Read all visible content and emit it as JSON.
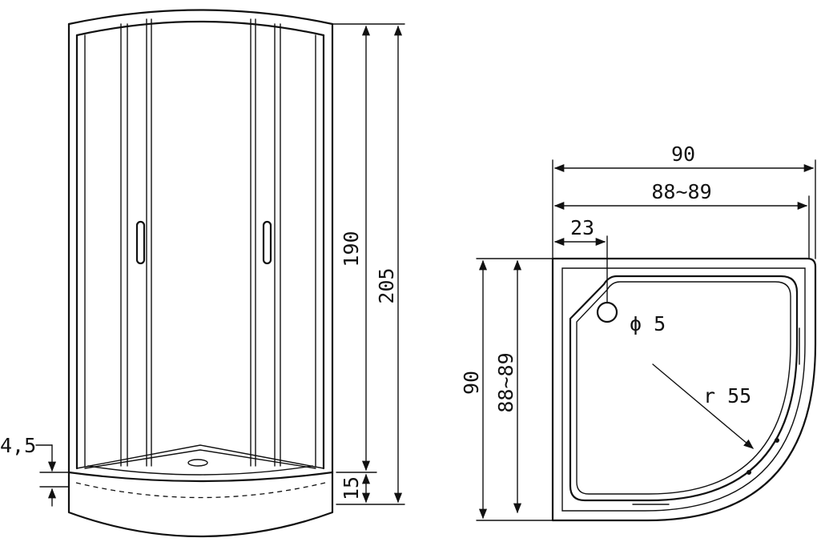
{
  "front_view": {
    "height_inner": "190",
    "height_total": "205",
    "tray_height": "15",
    "tray_offset": "4,5"
  },
  "plan_view": {
    "width_outer": "90",
    "width_inner": "88~89",
    "drain_offset": "23",
    "drain_diameter": "ϕ 5",
    "radius": "r 55",
    "depth_outer": "90",
    "depth_inner": "88~89"
  }
}
